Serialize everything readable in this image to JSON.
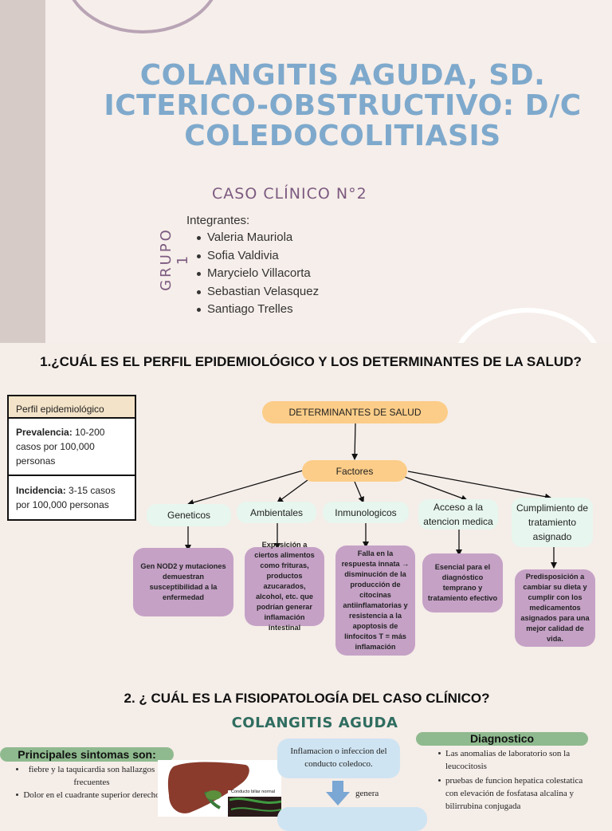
{
  "cover": {
    "title": "COLANGITIS AGUDA, SD. ICTERICO-OBSTRUCTIVO: D/C COLEDOCOLITIASIS",
    "caso": "CASO CLÍNICO N°2",
    "grupo": "GRUPO 1",
    "integrantes_label": "Integrantes:",
    "members": [
      "Valeria Mauriola",
      "Sofia Valdivia",
      "Marycielo Villacorta",
      "Sebastian Velasquez",
      "Santiago Trelles"
    ]
  },
  "section1": {
    "question": "1.¿CUÁL ES EL PERFIL EPIDEMIOLÓGICO Y LOS DETERMINANTES DE LA SALUD?",
    "epi": {
      "header": "Perfil epidemiológico",
      "prevalencia_label": "Prevalencia:",
      "prevalencia_value": " 10-200 casos por 100,000 personas",
      "incidencia_label": "Incidencia:",
      "incidencia_value": " 3-15 casos por 100,000 personas"
    },
    "root": "DETERMINANTES DE SALUD",
    "factores": "Factores",
    "categories": [
      "Geneticos",
      "Ambientales",
      "Inmunologicos",
      "Acceso a la atencion medica",
      "Cumplimiento de tratamiento asignado"
    ],
    "details": [
      "Gen NOD2 y mutaciones demuestran susceptibilidad a la enfermedad",
      "Exposición a ciertos alimentos como frituras, productos azucarados, alcohol, etc. que podrían generar inflamación intestinal",
      "Falla en la respuesta innata → disminución de la producción de citocinas antiinflamatorias y resistencia a la apoptosis de linfocitos T = más inflamación",
      "Esencial para el diagnóstico temprano y tratamiento efectivo",
      "Predisposición a cambiar su dieta y cumplir con los medicamentos asignados para una mejor calidad de vida."
    ],
    "colors": {
      "orange": "#fccd88",
      "mint": "#e7f6ee",
      "purple": "#c5a1c6"
    }
  },
  "section2": {
    "question": "2. ¿ CUÁL ES LA FISIOPATOLOGÍA DEL CASO CLÍNICO?",
    "subtitle": "COLANGITIS AGUDA",
    "sintomas_head": "Principales sintomas son:",
    "sintomas": [
      "fiebre y la taquicardia son hallazgos frecuentes",
      "Dolor en el cuadrante superior derecho"
    ],
    "liver_caption": "Conducto biliar normal",
    "flow_top": "Inflamacion o infeccion del conducto coledoco.",
    "flow_connector": "genera",
    "diag_head": "Diagnostico",
    "diag_items": [
      "Las anomalias de laboratorio son la leucocitosis",
      "pruebas de funcion hepatica colestatica con elevación de fosfatasa alcalina y bilirrubina conjugada"
    ]
  }
}
